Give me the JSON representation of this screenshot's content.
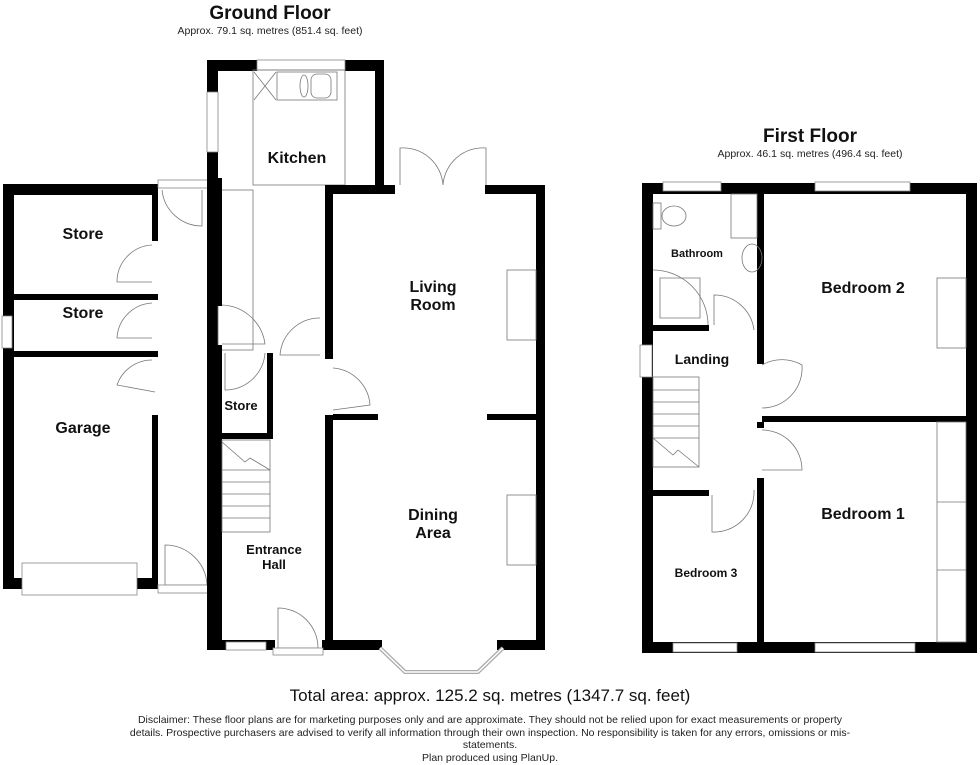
{
  "ground_floor": {
    "title": "Ground Floor",
    "area": "Approx. 79.1 sq. metres (851.4 sq. feet)",
    "rooms": {
      "kitchen": "Kitchen",
      "store_upper": "Store",
      "store_middle": "Store",
      "store_small": "Store",
      "garage": "Garage",
      "living_room_1": "Living",
      "living_room_2": "Room",
      "dining_area_1": "Dining",
      "dining_area_2": "Area",
      "entrance_hall_1": "Entrance",
      "entrance_hall_2": "Hall"
    }
  },
  "first_floor": {
    "title": "First Floor",
    "area": "Approx. 46.1 sq. metres (496.4 sq. feet)",
    "rooms": {
      "bathroom": "Bathroom",
      "bedroom_2": "Bedroom 2",
      "landing": "Landing",
      "bedroom_1": "Bedroom 1",
      "bedroom_3": "Bedroom 3"
    }
  },
  "footer": {
    "total_area": "Total area: approx. 125.2 sq. metres (1347.7 sq. feet)",
    "disclaimer": "Disclaimer: These floor plans are for marketing purposes only and are approximate. They should not be relied upon for exact measurements or property details. Prospective purchasers are advised to verify all information through their own inspection. No responsibility is taken for any errors, omissions or mis-statements.",
    "credit": "Plan produced using PlanUp."
  }
}
